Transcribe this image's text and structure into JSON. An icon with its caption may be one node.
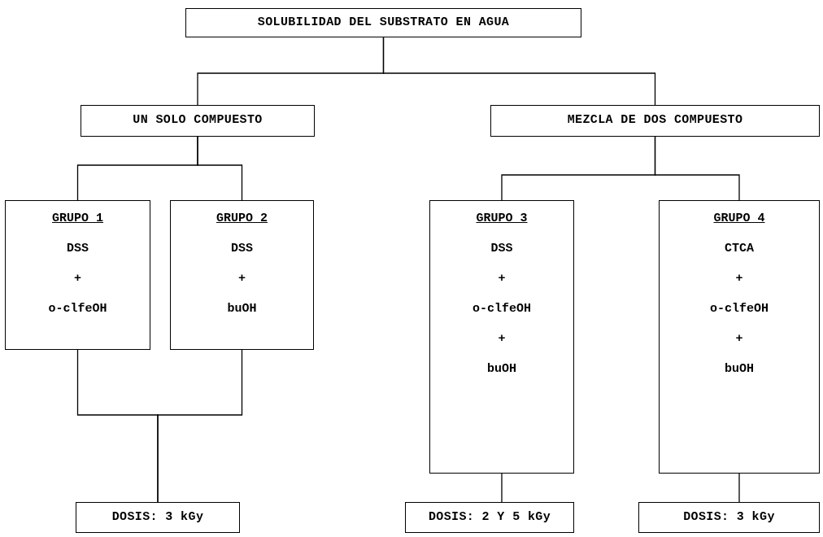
{
  "diagram": {
    "nodes": [
      {
        "text": [
          "SOLUBILIDAD DEL SUBSTRATO EN AGUA"
        ]
      },
      {
        "text": [
          "UN SOLO COMPUESTO"
        ]
      },
      {
        "text": [
          "MEZCLA DE DOS COMPUESTO"
        ]
      },
      {
        "text": [
          "GRUPO 1",
          "DSS",
          "+",
          "o-clfeOH"
        ]
      },
      {
        "text": [
          "GRUPO 2",
          "DSS",
          "+",
          "buOH"
        ]
      },
      {
        "text": [
          "GRUPO 3",
          "DSS",
          "+",
          "o-clfeOH",
          "+",
          "buOH"
        ]
      },
      {
        "text": [
          "GRUPO 4",
          "CTCA",
          "+",
          "o-clfeOH",
          "+",
          "buOH"
        ]
      },
      {
        "text": [
          "DOSIS: 3 kGy"
        ]
      },
      {
        "text": [
          "DOSIS: 2 Y 5 kGy"
        ]
      },
      {
        "text": [
          "DOSIS: 3 kGy"
        ]
      }
    ],
    "edges": [
      {
        "from": 0,
        "to": 1,
        "arrow": "none"
      },
      {
        "from": 0,
        "to": 2,
        "arrow": "none"
      },
      {
        "from": 1,
        "to": 3,
        "arrow": "none"
      },
      {
        "from": 1,
        "to": 4,
        "arrow": "none"
      },
      {
        "from": 2,
        "to": 5,
        "arrow": "none"
      },
      {
        "from": 2,
        "to": 6,
        "arrow": "none"
      },
      {
        "from": 3,
        "to": 7,
        "arrow": "none"
      },
      {
        "from": 4,
        "to": 7,
        "arrow": "none"
      },
      {
        "from": 5,
        "to": 8,
        "arrow": "none"
      },
      {
        "from": 6,
        "to": 9,
        "arrow": "none"
      }
    ]
  }
}
